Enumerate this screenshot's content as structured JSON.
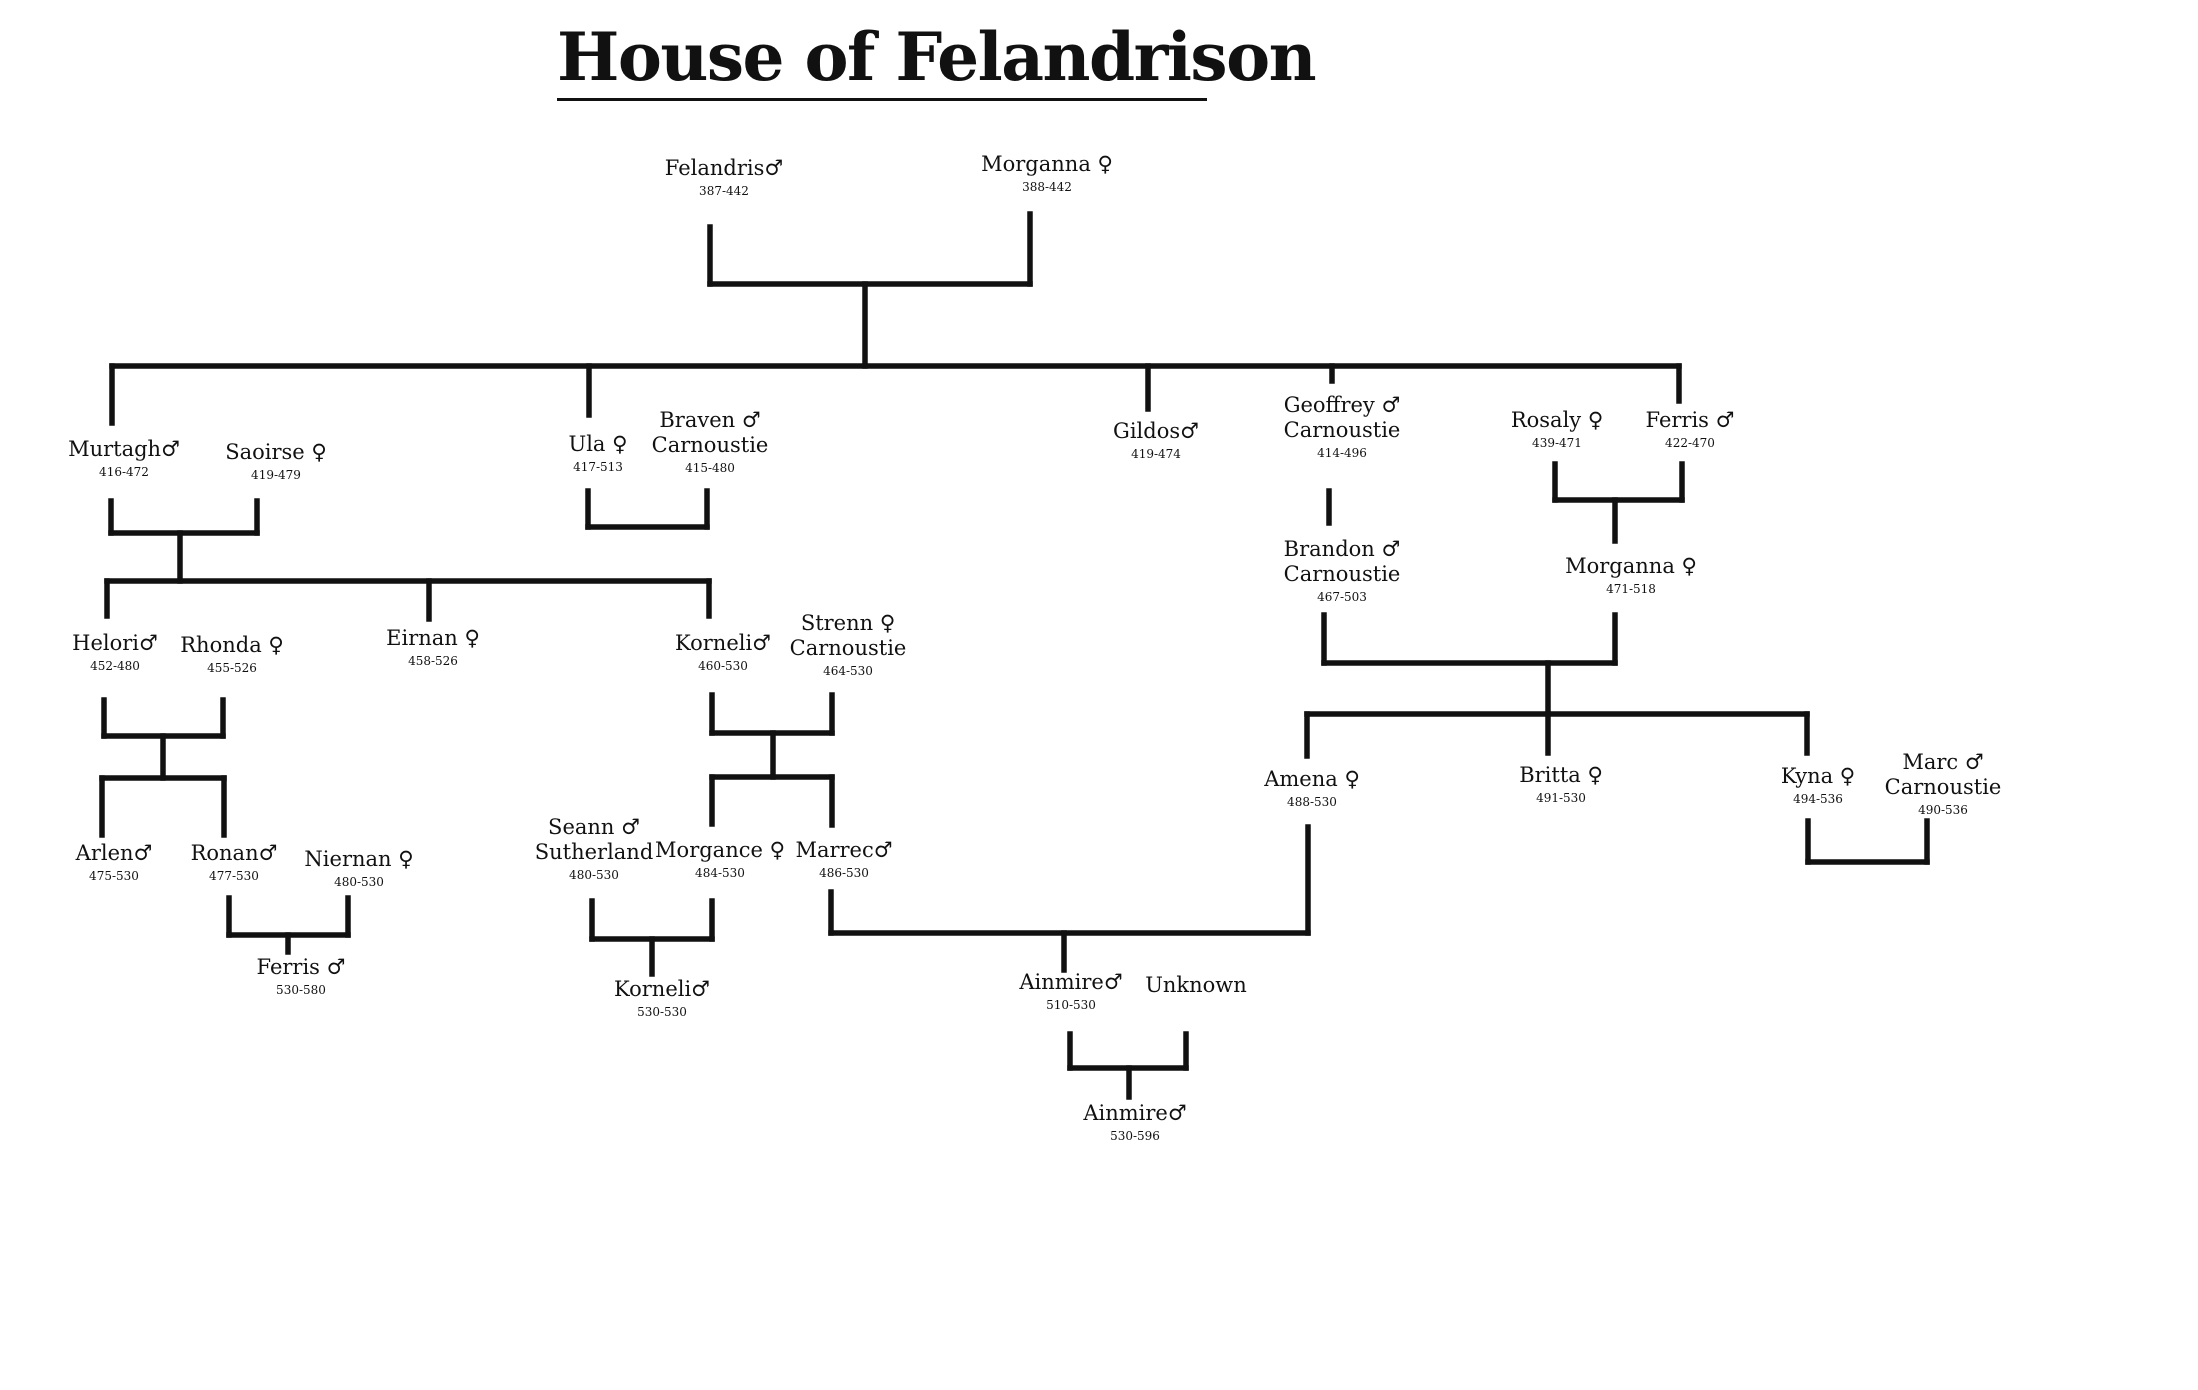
{
  "title": "House of Felandrison",
  "people": {
    "felandris": {
      "name": "Felandris♂",
      "years": "387-442"
    },
    "morganna1": {
      "name": "Morganna ♀",
      "years": "388-442"
    },
    "murtagh": {
      "name": "Murtagh♂",
      "years": "416-472"
    },
    "saoirse": {
      "name": "Saoirse ♀",
      "years": "419-479"
    },
    "ula": {
      "name": "Ula ♀",
      "years": "417-513"
    },
    "braven": {
      "name": "Braven ♂\nCarnoustie",
      "years": "415-480"
    },
    "gildos": {
      "name": "Gildos♂",
      "years": "419-474"
    },
    "geoffrey": {
      "name": "Geoffrey ♂\nCarnoustie",
      "years": "414-496"
    },
    "rosaly": {
      "name": "Rosaly ♀",
      "years": "439-471"
    },
    "ferris1": {
      "name": "Ferris ♂",
      "years": "422-470"
    },
    "brandon": {
      "name": "Brandon ♂\nCarnoustie",
      "years": "467-503"
    },
    "morganna2": {
      "name": "Morganna ♀",
      "years": "471-518"
    },
    "helori": {
      "name": "Helori♂",
      "years": "452-480"
    },
    "rhonda": {
      "name": "Rhonda ♀",
      "years": "455-526"
    },
    "eirnan": {
      "name": "Eirnan ♀",
      "years": "458-526"
    },
    "korneli1": {
      "name": "Korneli♂",
      "years": "460-530"
    },
    "strenn": {
      "name": "Strenn ♀\nCarnoustie",
      "years": "464-530"
    },
    "arlen": {
      "name": "Arlen♂",
      "years": "475-530"
    },
    "ronan": {
      "name": "Ronan♂",
      "years": "477-530"
    },
    "niernan": {
      "name": "Niernan ♀",
      "years": "480-530"
    },
    "ferris2": {
      "name": "Ferris ♂",
      "years": "530-580"
    },
    "seann": {
      "name": "Seann ♂\nSutherland",
      "years": "480-530"
    },
    "morgance": {
      "name": "Morgance ♀",
      "years": "484-530"
    },
    "marrec": {
      "name": "Marrec♂",
      "years": "486-530"
    },
    "korneli2": {
      "name": "Korneli♂",
      "years": "530-530"
    },
    "amena": {
      "name": "Amena ♀",
      "years": "488-530"
    },
    "britta": {
      "name": "Britta ♀",
      "years": "491-530"
    },
    "kyna": {
      "name": "Kyna ♀",
      "years": "494-536"
    },
    "marc": {
      "name": "Marc ♂\nCarnoustie",
      "years": "490-536"
    },
    "ainmire1": {
      "name": "Ainmire♂",
      "years": "510-530"
    },
    "unknown": {
      "name": "Unknown"
    },
    "ainmire2": {
      "name": "Ainmire♂",
      "years": "530-596"
    }
  }
}
